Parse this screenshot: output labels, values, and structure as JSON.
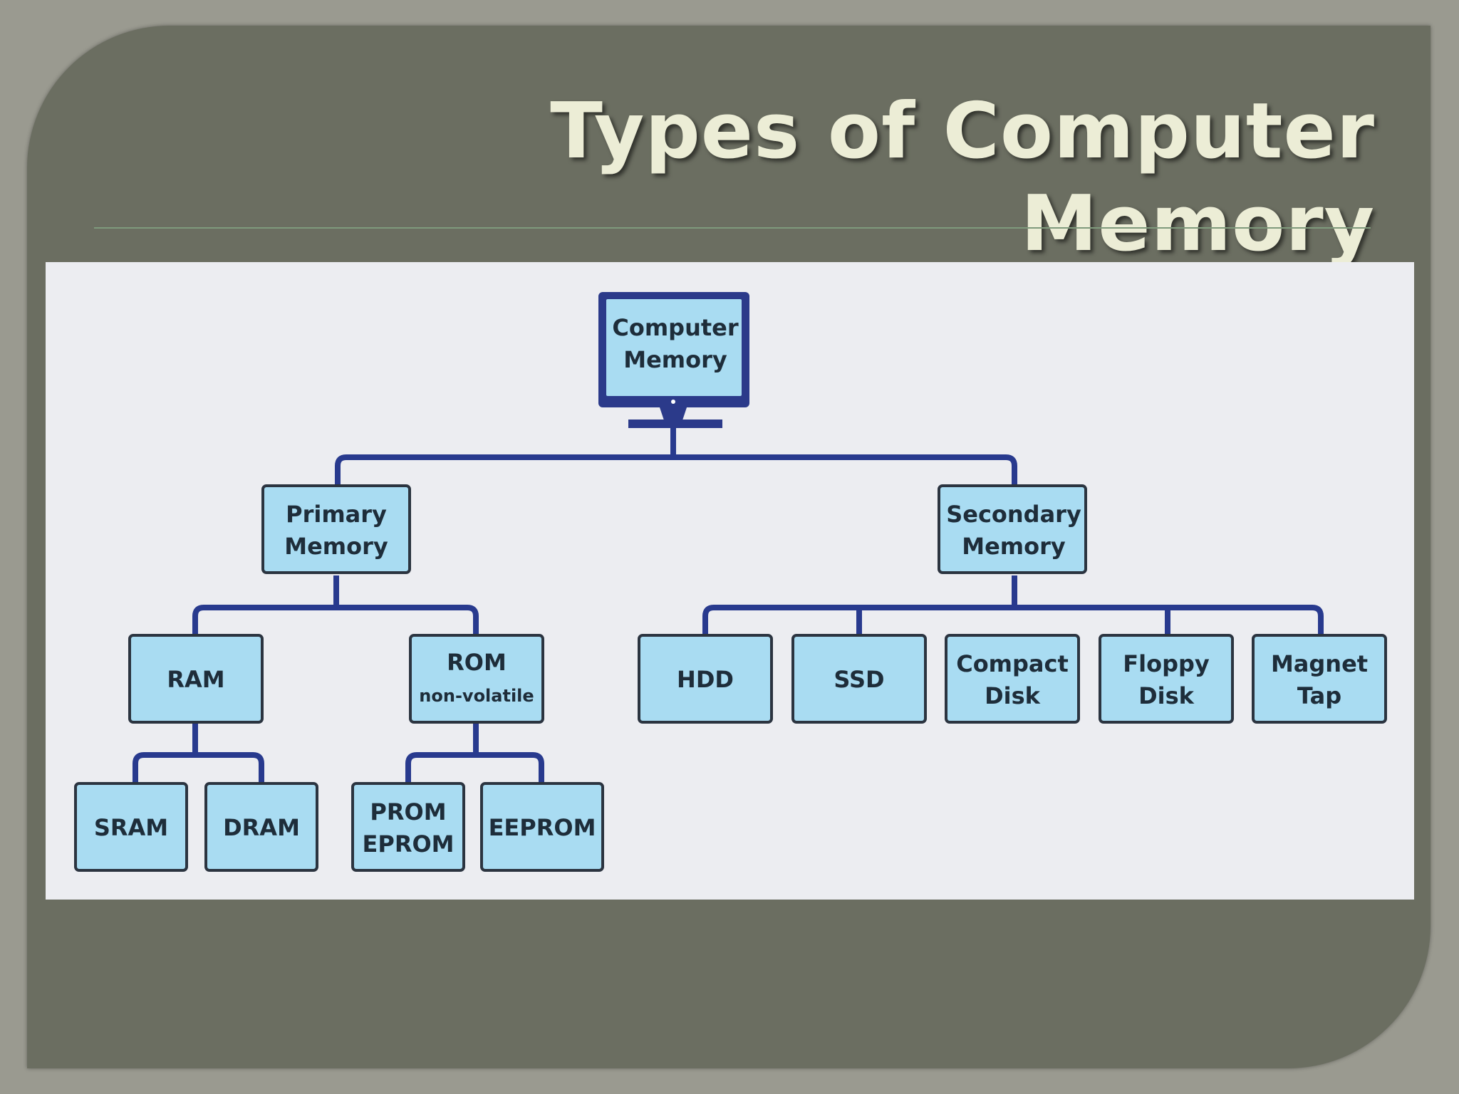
{
  "slide": {
    "title": "Types of Computer Memory"
  },
  "diagram": {
    "root": {
      "lines": [
        "Computer",
        "Memory"
      ]
    },
    "primary": {
      "lines": [
        "Primary",
        "Memory"
      ]
    },
    "secondary": {
      "lines": [
        "Secondary",
        "Memory"
      ]
    },
    "ram": {
      "lines": [
        "RAM"
      ]
    },
    "rom": {
      "lines": [
        "ROM",
        "non-volatile"
      ]
    },
    "sram": {
      "lines": [
        "SRAM"
      ]
    },
    "dram": {
      "lines": [
        "DRAM"
      ]
    },
    "prom": {
      "lines": [
        "PROM",
        "EPROM"
      ]
    },
    "eeprom": {
      "lines": [
        "EEPROM"
      ]
    },
    "hdd": {
      "lines": [
        "HDD"
      ]
    },
    "ssd": {
      "lines": [
        "SSD"
      ]
    },
    "compact_disk": {
      "lines": [
        "Compact",
        "Disk"
      ]
    },
    "floppy_disk": {
      "lines": [
        "Floppy",
        "Disk"
      ]
    },
    "magnet_tap": {
      "lines": [
        "Magnet",
        "Tap"
      ]
    }
  },
  "colors": {
    "box_fill": "#a9dcf2",
    "box_stroke": "#2b3440",
    "connector": "#283a8e",
    "monitor_frame": "#2b3a8a"
  }
}
